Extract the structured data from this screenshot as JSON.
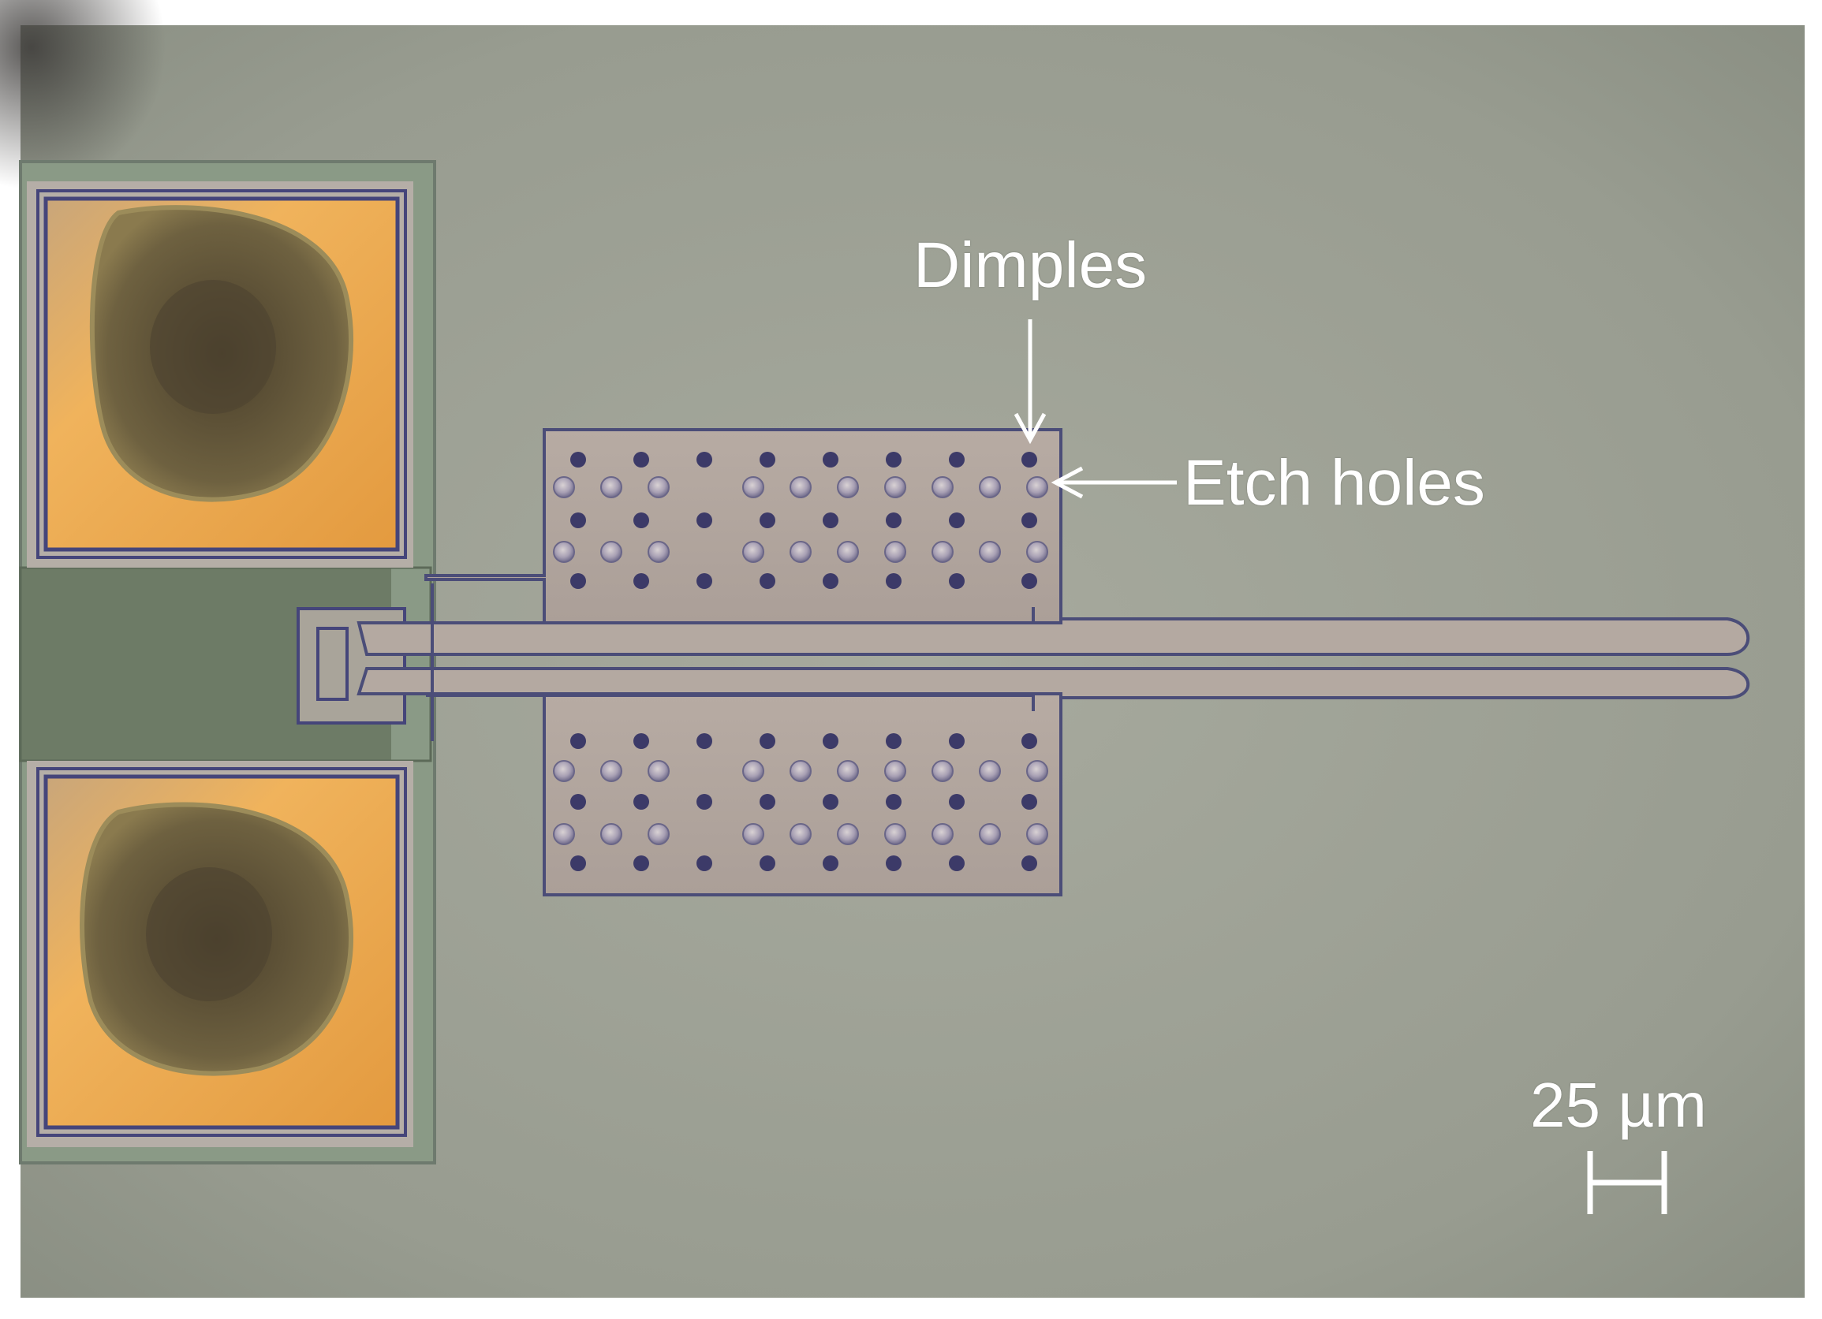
{
  "annotations": {
    "dimples": "Dimples",
    "etch_holes": "Etch holes"
  },
  "scale_bar": {
    "label": "25 µm"
  },
  "colors": {
    "background": "#8f968a",
    "background_light": "#a9ab9f",
    "gold_pad": "#e0a754",
    "solder_ball": "#5a4d33",
    "device_plate": "#b2a69d",
    "outline": "#4b4d78",
    "annotation": "#ffffff"
  }
}
